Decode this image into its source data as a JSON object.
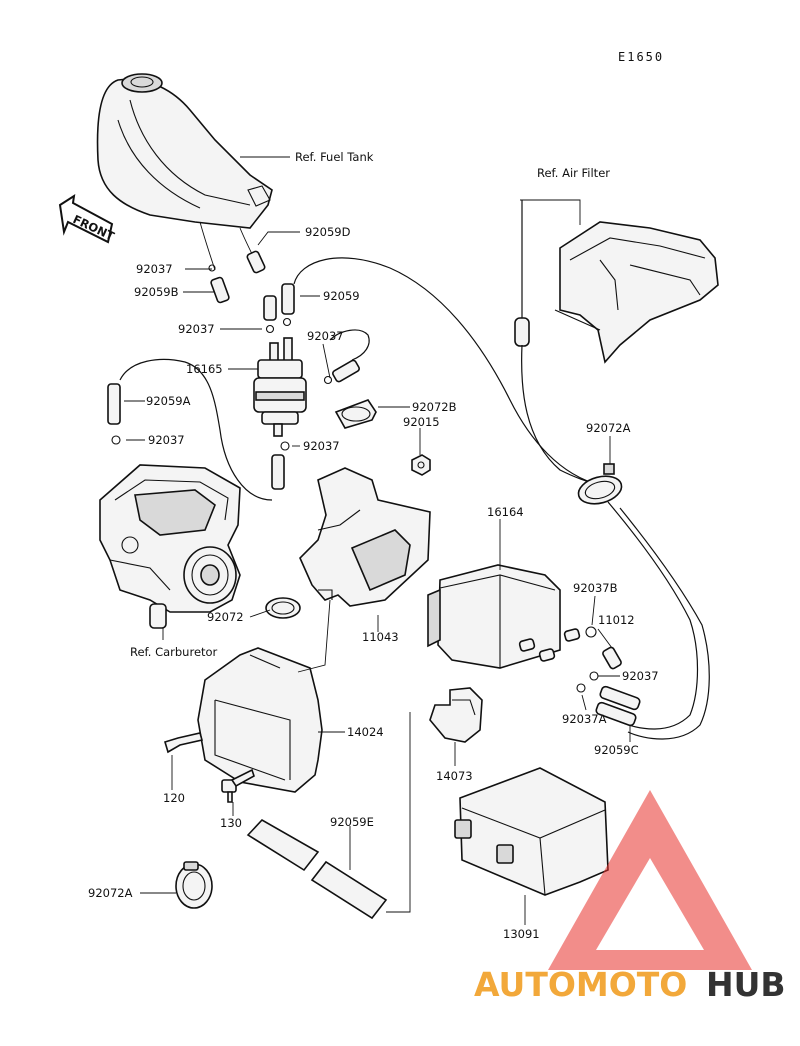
{
  "diagram_code": "E1650",
  "front_arrow_label": "FRONT",
  "references": {
    "fuel_tank": "Ref. Fuel Tank",
    "air_filter": "Ref. Air Filter",
    "carburetor": "Ref. Carburetor"
  },
  "part_labels": {
    "p92059D": "92059D",
    "p92037_a": "92037",
    "p92059B": "92059B",
    "p92059": "92059",
    "p92037_b": "92037",
    "p92037_c": "92037",
    "p16165": "16165",
    "p92059A": "92059A",
    "p92072B": "92072B",
    "p92037_d": "92037",
    "p92015": "92015",
    "p92037_e": "92037",
    "p92072A_top": "92072A",
    "p16164": "16164",
    "p92037B": "92037B",
    "p11012": "11012",
    "p92072": "92072",
    "p11043": "11043",
    "p92037_f": "92037",
    "p92037A": "92037A",
    "p92059C": "92059C",
    "p14024": "14024",
    "p14073": "14073",
    "p120": "120",
    "p130": "130",
    "p92059E": "92059E",
    "p92072A_bottom": "92072A",
    "p13091": "13091"
  },
  "watermark": {
    "text_a": "AUTOMOTO",
    "text_b": "HUB",
    "color_a": "#f2a83a",
    "color_b": "#333333",
    "triangle_color": "#e8302a"
  }
}
